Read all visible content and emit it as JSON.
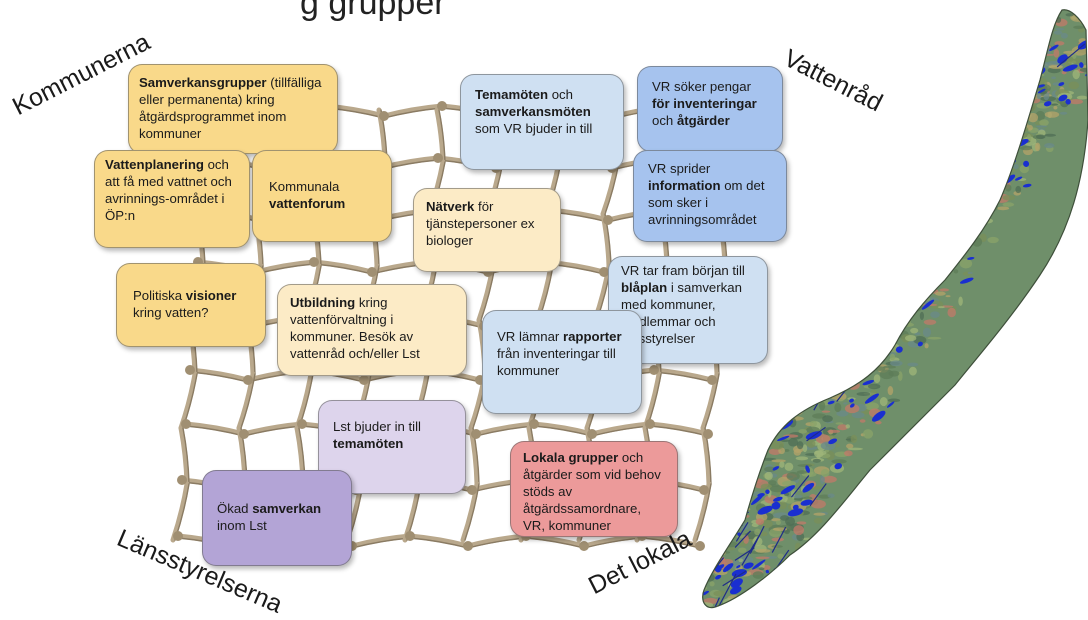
{
  "title_fragment": "g grupper",
  "corner_labels": {
    "kommunerna": "Kommunerna",
    "vattenrad": "Vattenråd",
    "lansstyrelserna": "Länsstyrelserna",
    "det_lokala": "Det lokala"
  },
  "boxes": {
    "samverkansgrupper": {
      "bold": "Samverkansgrupper",
      "rest": " (tillfälliga eller permanenta) kring åtgärdsprogrammet inom kommuner"
    },
    "vattenplanering": {
      "bold": "Vattenplanering",
      "rest": " och att få med vattnet och avrinnings-området i ÖP:n"
    },
    "kommunala": {
      "pre": "Kommunala ",
      "bold": "vattenforum"
    },
    "temamoten": {
      "bold1": "Temamöten",
      "mid": " och ",
      "bold2": "samverkansmöten",
      "rest": " som VR bjuder in till"
    },
    "natverk": {
      "bold": "Nätverk",
      "rest": " för tjänstepersoner ex biologer"
    },
    "politiska": {
      "pre": "Politiska ",
      "bold": "visioner",
      "rest": " kring vatten?"
    },
    "utbildning": {
      "bold": "Utbildning",
      "rest": " kring vattenförvaltning i kommuner. Besök av vattenråd och/eller Lst"
    },
    "vr_soker": {
      "pre": "VR söker pengar ",
      "bold1": "för inventeringar",
      "mid": " och ",
      "bold2": "åtgärder"
    },
    "vr_sprider": {
      "pre": "VR sprider ",
      "bold": "information",
      "rest": " om det som sker i avrinningsområdet"
    },
    "vr_tar_fram": {
      "pre": "VR tar fram början till ",
      "bold": "blåplan",
      "rest": " i samverkan med kommuner, medlemmar och länsstyrelser"
    },
    "vr_lamnar": {
      "pre": "VR lämnar ",
      "bold": "rapporter",
      "rest": " från inventeringar till kommuner"
    },
    "lst_bjuder": {
      "pre": "Lst bjuder in till ",
      "bold": "temamöten"
    },
    "okad": {
      "pre": "Ökad ",
      "bold": "samverkan",
      "rest": " inom Lst"
    },
    "lokala": {
      "bold": "Lokala grupper",
      "rest": " och åtgärder som vid behov stöds av åtgärdssamordnare, VR, kommuner"
    }
  },
  "colors": {
    "yellow": "#f9d98a",
    "light_yellow": "#fcebc6",
    "light_blue": "#cfe0f2",
    "blue": "#a6c3ee",
    "light_purple": "#ddd4ec",
    "purple": "#b3a4d6",
    "red": "#ec9a9a",
    "net_rope": "#b9a88c",
    "map_land": "#6f8f6a",
    "map_water": "#1a2fd0"
  }
}
